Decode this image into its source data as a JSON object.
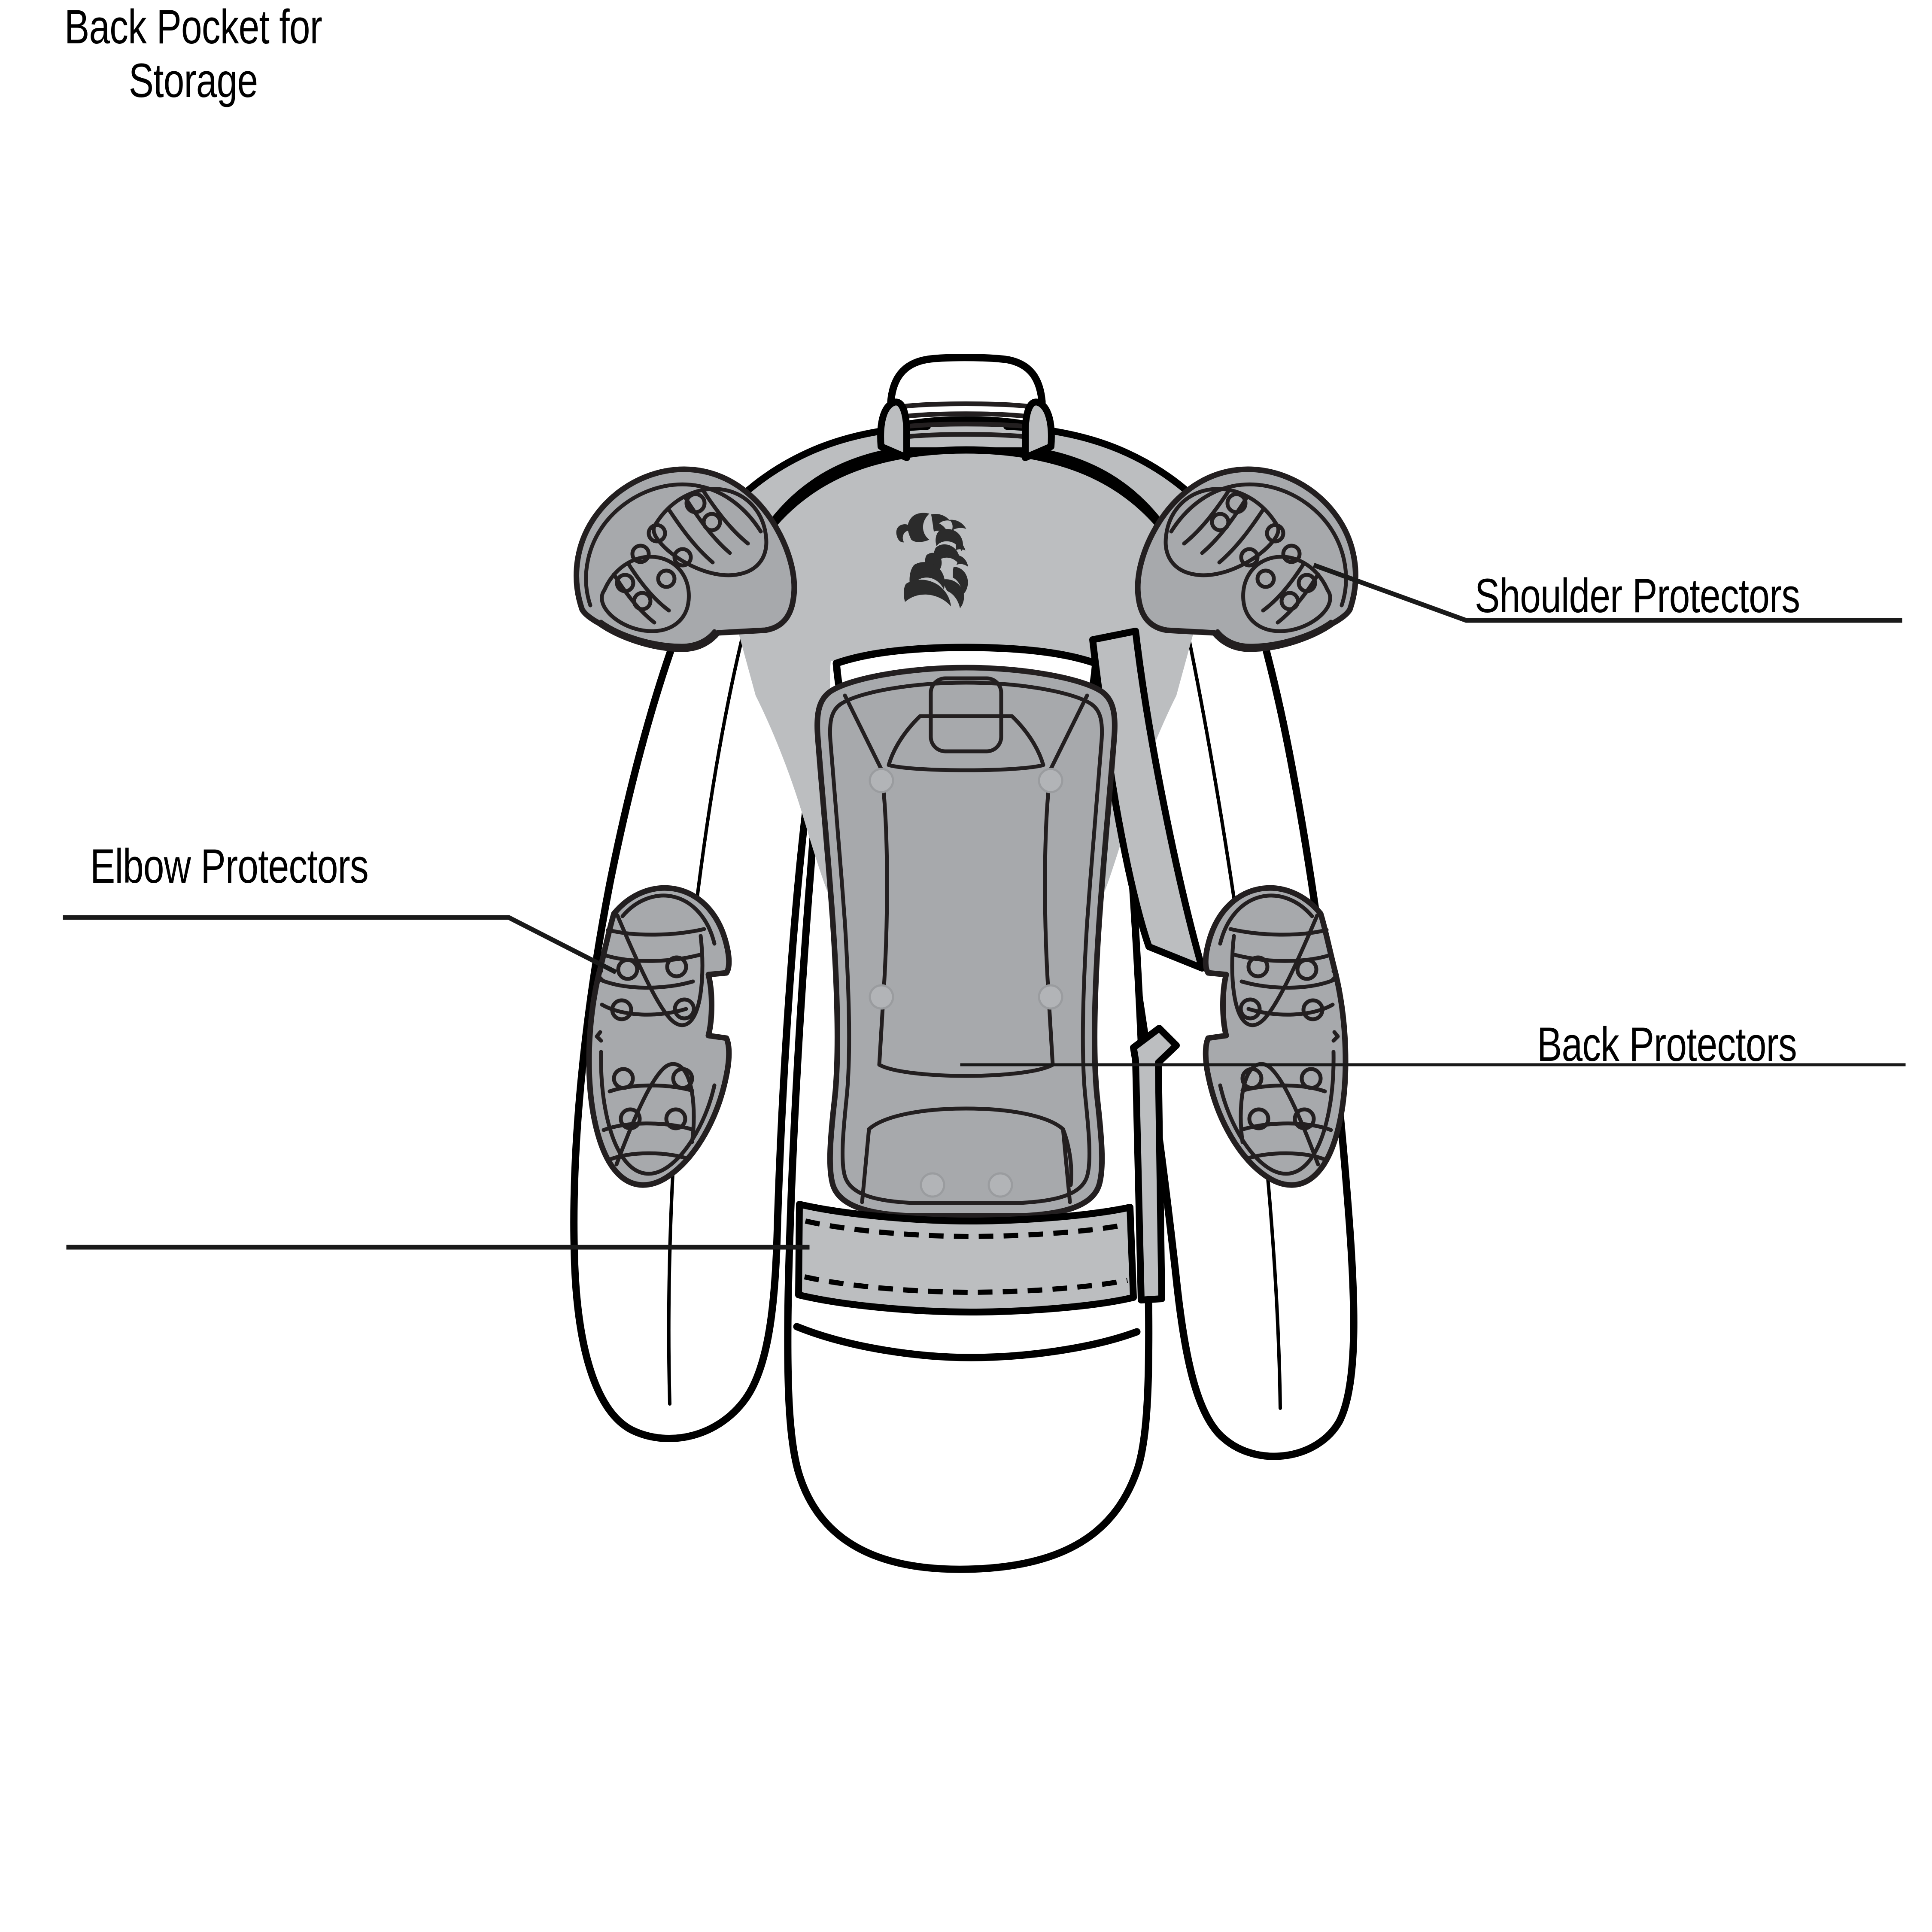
{
  "diagram": {
    "subject": "Motorcycle protective jacket - back view",
    "type": "technical illustration with callout labels"
  },
  "colors": {
    "outline": "#000000",
    "panel_gray": "#BCBEC0",
    "protector_gray": "#A7A9AC",
    "detail_line": "#231F20",
    "logo": "#2B2B2B",
    "background": "#FFFFFF",
    "leader_line": "#1A1A1A"
  },
  "labels": [
    {
      "id": "shoulder",
      "text": "Shoulder Protectors",
      "align": "left",
      "lines": [
        "Shoulder Protectors"
      ]
    },
    {
      "id": "elbow",
      "text": "Elbow Protectors",
      "align": "left",
      "lines": [
        "Elbow Protectors"
      ]
    },
    {
      "id": "back_protectors",
      "text": "Back Protectors",
      "align": "left",
      "lines": [
        "Back Protectors"
      ]
    },
    {
      "id": "back_pocket",
      "text": "Back Pocket for Storage",
      "align": "center",
      "lines": [
        "Back Pocket for",
        "Storage"
      ]
    }
  ],
  "label_text": {
    "shoulder": "Shoulder Protectors",
    "elbow": "Elbow Protectors",
    "back_protectors": "Back Protectors",
    "back_pocket_line1": "Back Pocket for",
    "back_pocket_line2": "Storage"
  },
  "garment_features": {
    "collar": "ribbed stand collar with gray side tabs",
    "yoke": "gray shoulder yoke panel",
    "logo": "roaring bear head graphic",
    "back_protector_panel": "large shield-shaped CE back protector with 6 rivets",
    "shoulder_protectors": "two oval armour pads with ribbed teardrop vents",
    "elbow_protectors": "two hourglass armour pads with fan ribbing and vent holes",
    "back_pocket": "horizontal gray band with dashed top and bottom stitch lines",
    "side_strip": "gray chevron accent strip on right torso"
  }
}
